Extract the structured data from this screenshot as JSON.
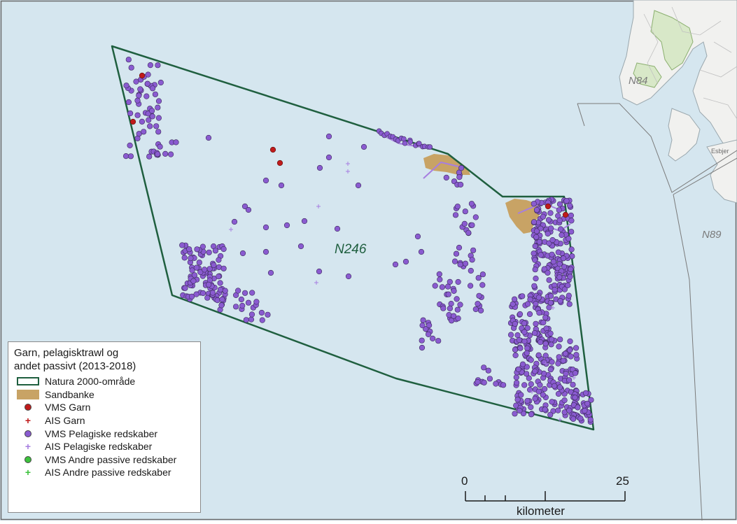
{
  "map": {
    "area_label": "N246",
    "region_labels": [
      "N84",
      "N89"
    ],
    "town_label": "Esbjer",
    "colors": {
      "sea": "#d5e6ef",
      "land": "#f1f1ef",
      "boundary": "#1f5f3f",
      "sandbank": "#c8a365",
      "vms_garn": "#c01b1b",
      "ais_garn": "#c01b1b",
      "vms_pelagic": "#8a5bd0",
      "ais_pelagic": "#a67ee0",
      "vms_other": "#3cc23c",
      "ais_other": "#3cc23c"
    }
  },
  "legend": {
    "title_line1": "Garn, pelagisktrawl og",
    "title_line2": "andet passivt (2013-2018)",
    "items": [
      {
        "label": "Natura 2000-område",
        "symbol": "polygon"
      },
      {
        "label": "Sandbanke",
        "symbol": "fill"
      },
      {
        "label": "VMS Garn",
        "symbol": "dot",
        "color": "#c01b1b"
      },
      {
        "label": "AIS Garn",
        "symbol": "cross",
        "color": "#c01b1b"
      },
      {
        "label": "VMS Pelagiske redskaber",
        "symbol": "dot",
        "color": "#8a5bd0"
      },
      {
        "label": "AIS Pelagiske redskaber",
        "symbol": "cross",
        "color": "#a67ee0"
      },
      {
        "label": "VMS Andre passive redskaber",
        "symbol": "dot",
        "color": "#3cc23c"
      },
      {
        "label": "AIS Andre passive redskaber",
        "symbol": "cross",
        "color": "#3cc23c"
      }
    ]
  },
  "scalebar": {
    "start": "0",
    "end": "25",
    "unit": "kilometer"
  }
}
